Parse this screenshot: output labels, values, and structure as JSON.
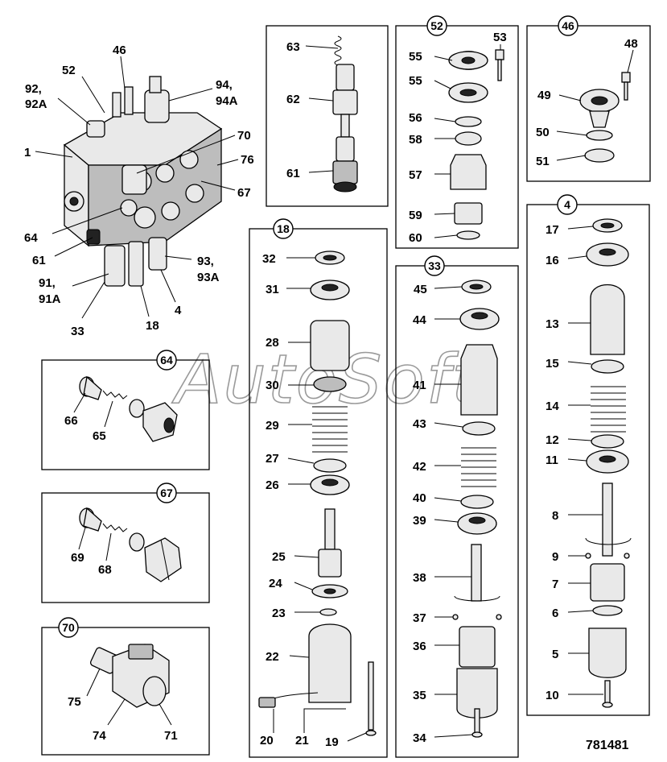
{
  "drawing_number": "781481",
  "watermark": "AutoSoft",
  "callouts": {
    "c52": "52",
    "c46": "46",
    "c18": "18",
    "c33": "33",
    "c4": "4",
    "c64": "64",
    "c67": "67",
    "c70": "70"
  },
  "assembly_labels": {
    "l1": "1",
    "l46": "46",
    "l52": "52",
    "l92": "92,",
    "l92a": "92A",
    "l94": "94,",
    "l94a": "94A",
    "l70": "70",
    "l76": "76",
    "l67": "67",
    "l64": "64",
    "l61": "61",
    "l91": "91,",
    "l91a": "91A",
    "l93": "93,",
    "l93a": "93A",
    "l33": "33",
    "l18": "18",
    "l4": "4"
  },
  "spool_labels": {
    "l63": "63",
    "l62": "62",
    "l61b": "61"
  },
  "kit52_labels": {
    "l53": "53",
    "l55a": "55",
    "l55b": "55",
    "l56": "56",
    "l58": "58",
    "l57": "57",
    "l59": "59",
    "l60": "60"
  },
  "kit46_labels": {
    "l48": "48",
    "l49": "49",
    "l50": "50",
    "l51": "51"
  },
  "kit18_labels": {
    "l32": "32",
    "l31": "31",
    "l28": "28",
    "l30": "30",
    "l29": "29",
    "l27": "27",
    "l26": "26",
    "l25": "25",
    "l24": "24",
    "l23": "23",
    "l22": "22",
    "l20": "20",
    "l21": "21",
    "l19": "19"
  },
  "kit33_labels": {
    "l45": "45",
    "l44": "44",
    "l41": "41",
    "l43": "43",
    "l42": "42",
    "l40": "40",
    "l39": "39",
    "l38": "38",
    "l37": "37",
    "l36": "36",
    "l35": "35",
    "l34": "34"
  },
  "kit4_labels": {
    "l17": "17",
    "l16": "16",
    "l13": "13",
    "l15": "15",
    "l14": "14",
    "l12": "12",
    "l11": "11",
    "l8": "8",
    "l9": "9",
    "l7": "7",
    "l6": "6",
    "l5": "5",
    "l10": "10"
  },
  "kit64_labels": {
    "l66": "66",
    "l65": "65"
  },
  "kit67_labels": {
    "l69": "69",
    "l68": "68"
  },
  "kit70_labels": {
    "l75": "75",
    "l74": "74",
    "l71": "71"
  }
}
